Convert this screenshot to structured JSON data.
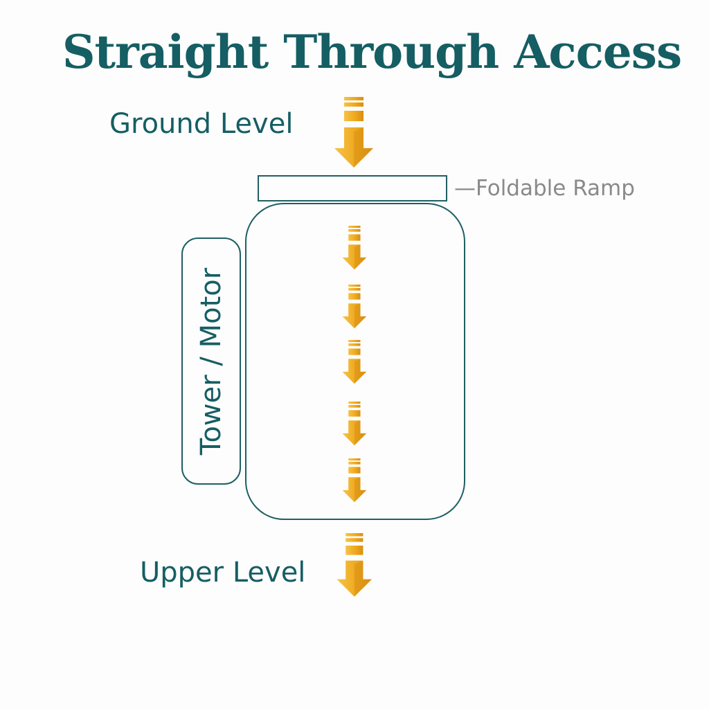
{
  "title": "Straight Through Access",
  "labels": {
    "ground": "Ground Level",
    "upper": "Upper Level",
    "ramp": "—Foldable Ramp",
    "tower": "Tower / Motor"
  },
  "colors": {
    "teal": "#155e63",
    "arrow": "#f0b030",
    "ramp_label": "#8a8a8a"
  },
  "icons": {
    "arrow": "down-arrow-icon"
  }
}
